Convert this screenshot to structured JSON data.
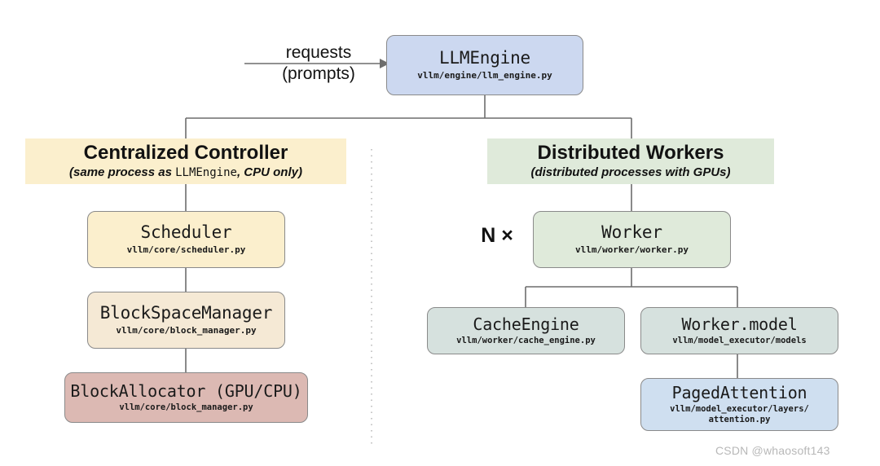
{
  "diagram": {
    "title": "vLLM system architecture",
    "background": "#ffffff",
    "line_color": "#6d6d6d",
    "incoming_label": {
      "line1": "requests",
      "line2": "(prompts)"
    },
    "multiplicity_label": "N ×",
    "watermark": "CSDN @whaosoft143"
  },
  "sections": {
    "controller": {
      "title": "Centralized Controller",
      "subtitle_pre": "(same process as ",
      "subtitle_mono": "LLMEngine",
      "subtitle_post": ", CPU only)",
      "color": "#fbefcd"
    },
    "workers": {
      "title": "Distributed Workers",
      "subtitle_pre": "(distributed processes with GPUs)",
      "subtitle_mono": "",
      "subtitle_post": "",
      "color": "#dfeada"
    }
  },
  "nodes": {
    "llmengine": {
      "title": "LLMEngine",
      "path": "vllm/engine/llm_engine.py",
      "color": "#ccd8f0"
    },
    "scheduler": {
      "title": "Scheduler",
      "path": "vllm/core/scheduler.py",
      "color": "#fbefcd"
    },
    "blockspacemanager": {
      "title": "BlockSpaceManager",
      "path": "vllm/core/block_manager.py",
      "color": "#f5e9d5"
    },
    "blockallocator": {
      "title": "BlockAllocator (GPU/CPU)",
      "path": "vllm/core/block_manager.py",
      "color": "#dcb9b3"
    },
    "worker": {
      "title": "Worker",
      "path": "vllm/worker/worker.py",
      "color": "#dfeada"
    },
    "cacheengine": {
      "title": "CacheEngine",
      "path": "vllm/worker/cache_engine.py",
      "color": "#d6e1de"
    },
    "workermodel": {
      "title": "Worker.model",
      "path": "vllm/model_executor/models",
      "color": "#d6e1de"
    },
    "pagedattention": {
      "title": "PagedAttention",
      "path_line1": "vllm/model_executor/layers/",
      "path_line2": "attention.py",
      "color": "#cfdff0"
    }
  }
}
